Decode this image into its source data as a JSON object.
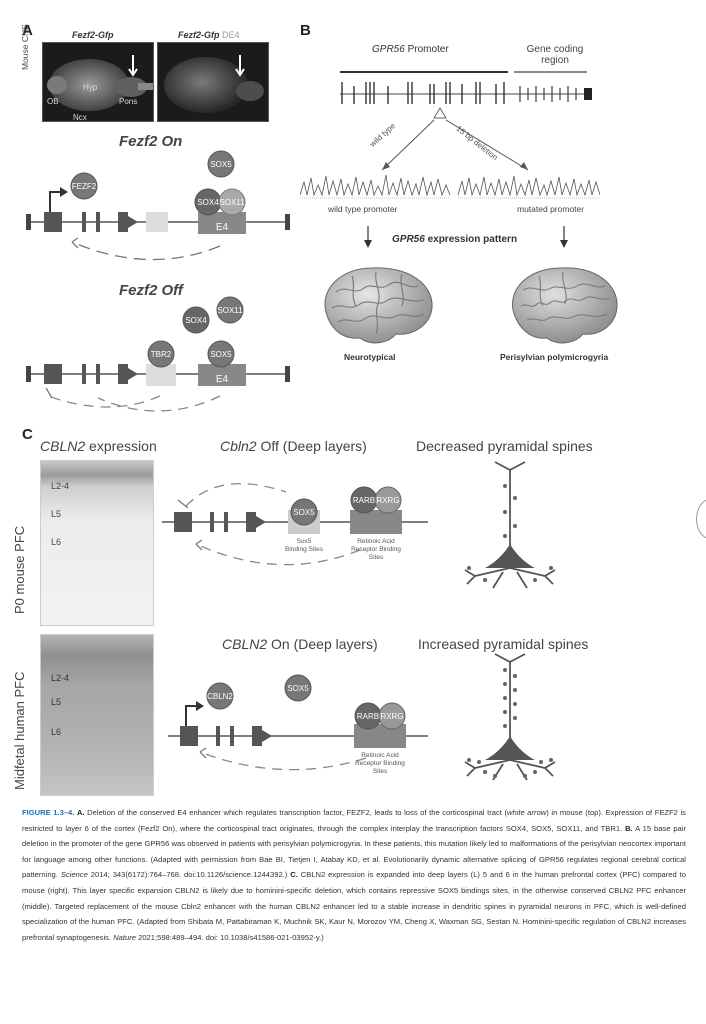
{
  "panels": {
    "a": "A",
    "b": "B",
    "c": "C"
  },
  "panel_a": {
    "side_label": "Mouse CNS",
    "photo1_title": "Fezf2-Gfp",
    "photo2_title_gene": "Fezf2-Gfp",
    "photo2_title_suffix": " DE4",
    "photo_labels": {
      "hyp": "Hyp",
      "ob": "OB",
      "pons": "Pons",
      "ncx": "Ncx"
    },
    "on_title": "Fezf2 On",
    "off_title": "Fezf2 Off",
    "factors": {
      "fezf2": "FEZF2",
      "sox5": "SOX5",
      "sox4": "SOX4",
      "sox11": "SOX11",
      "tbr2": "TBR2"
    },
    "enhancer": "E4"
  },
  "panel_b": {
    "promoter_label_gene": "GPR56",
    "promoter_label_rest": " Promoter",
    "coding_label_line1": "Gene coding",
    "coding_label_line2": "region",
    "wild_type": "wild type",
    "deletion": "15 bp deletion",
    "wt_promoter": "wild type promoter",
    "mut_promoter": "mutated promoter",
    "expression_gene": "GPR56",
    "expression_rest": " expression pattern",
    "neurotypical": "Neurotypical",
    "polymicrogyria": "Perisylvian polymicrogyria"
  },
  "panel_c": {
    "cbln2_expression_gene": "CBLN2",
    "cbln2_expression_rest": " expression",
    "off_title_gene": "Cbln2",
    "off_title_rest": " Off (Deep layers)",
    "on_title_gene": "CBLN2",
    "on_title_rest": " On (Deep layers)",
    "decreased": "Decreased pyramidal spines",
    "increased": "Increased pyramidal spines",
    "mouse_label": "P0 mouse PFC",
    "human_label": "Midfetal human PFC",
    "layers": {
      "l24": "L2-4",
      "l5": "L5",
      "l6": "L6"
    },
    "factors": {
      "sox5": "SOX5",
      "rarb": "RARB",
      "rxrg": "RXRG",
      "cbln2": "CBLN2"
    },
    "sox5_sites_line1": "Sox5",
    "sox5_sites_line2": "Binding Sites",
    "ra_sites_line1": "Retinoic Acid",
    "ra_sites_line2": "Receptor Binding",
    "ra_sites_line3": "Sites"
  },
  "caption": {
    "figure_number": "FIGURE 1.3–4.",
    "text_a_bold": "A.",
    "text_a": " Deletion of the conserved E4 enhancer which regulates transcription factor, FEZF2, leads to loss of the corticospinal tract (",
    "text_a_italic": "white arrow",
    "text_a2": ") in mouse (top). Expression of FEZF2 is restricted to layer 6 of the cortex (Fezf2 On), where the corticospinal tract originates, through the complex interplay the transcription factors SOX4, SOX5, SOX11, and TBR1. ",
    "text_b_bold": "B.",
    "text_b": " A 15 base pair deletion in the promoter of the gene GPR56 was observed in patients with perisylvian polymicrogyria. In these patients, this mutation likely led to malformations of the perisylvian neocortex important for language among other functions. (Adapted with permission from Bae BI, Tietjen I, Atabay KD, et al. Evolutionarily dynamic alternative splicing of GPR56 regulates regional cerebral cortical patterning. ",
    "text_b_journal": "Science",
    "text_b2": " 2014; 343(6172):764–768. doi:10.1126/science.1244392.) ",
    "text_c_bold": "C.",
    "text_c": " CBLN2 expression is expanded into deep layers (L) 5 and 6 in the human prefrontal cortex (PFC) compared to mouse (right). This layer specific expansion CBLN2 is likely due to hominini-specific deletion, which contains repressive SOX5 bindings sites, in the otherwise conserved CBLN2 PFC enhancer (middle). Targeted replacement of the mouse Cbln2 enhancer with the human CBLN2 enhancer led to a stable increase in dendritic spines in pyramidal neurons in PFC, which is well-defined specialization of the human PFC. (Adapted from Shibata M, Pattabiraman K, Muchnik SK, Kaur N, Morozov YM, Cheng X, Waxman SG, Sestan N. Hominini-specific regulation of CBLN2 increases prefrontal synaptogenesis. ",
    "text_c_journal": "Nature",
    "text_c2": " 2021;598:489–494. doi: 10.1038/s41586-021-03952-y.)"
  }
}
